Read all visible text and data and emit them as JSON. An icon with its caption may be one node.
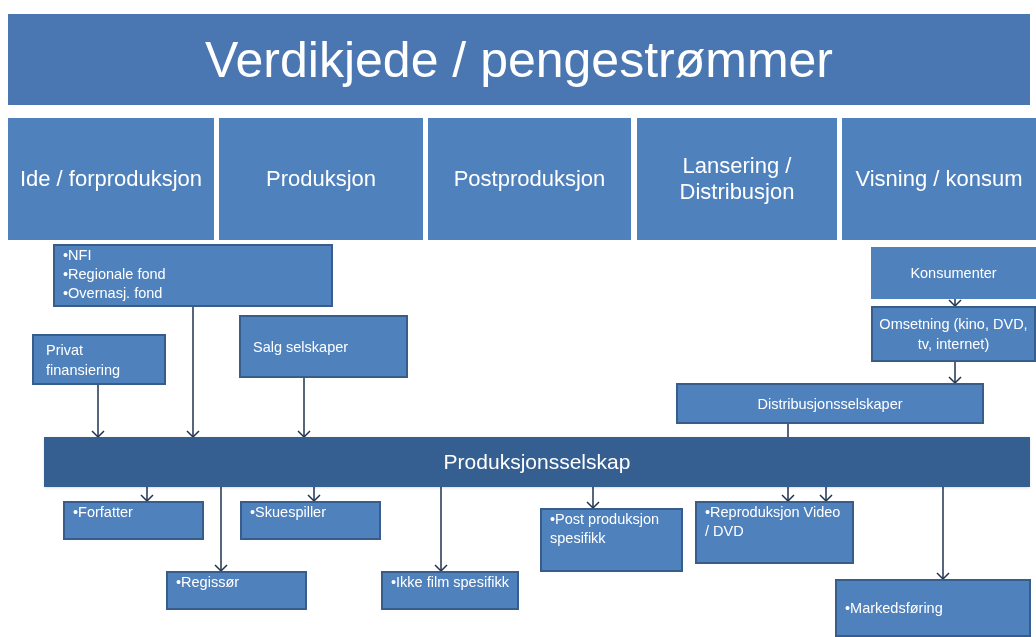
{
  "diagram": {
    "title": "Verdikjede / pengestrømmer",
    "nodes": [
      {
        "text": [
          "Ide / forproduksjon"
        ]
      },
      {
        "text": [
          "Produksjon"
        ]
      },
      {
        "text": [
          "Postproduksjon"
        ]
      },
      {
        "text": [
          "Lansering / Distribusjon"
        ]
      },
      {
        "text": [
          "Visning / konsum"
        ]
      },
      {
        "text": [
          "•NFI",
          "•Regionale fond",
          "•Overnasj. fond"
        ]
      },
      {
        "text": [
          "Konsumenter"
        ]
      },
      {
        "text": [
          "Privat finansiering"
        ]
      },
      {
        "text": [
          "Salg selskaper"
        ]
      },
      {
        "text": [
          "Omsetning (kino, DVD, tv, internet)"
        ]
      },
      {
        "text": [
          "Distribusjonsselskaper"
        ]
      },
      {
        "text": [
          "Produksjonsselskap"
        ]
      },
      {
        "text": [
          "•Forfatter"
        ]
      },
      {
        "text": [
          "•Skuespiller"
        ]
      },
      {
        "text": [
          "•Post produksjon spesifikk"
        ]
      },
      {
        "text": [
          "•Reproduksjon Video / DVD"
        ]
      },
      {
        "text": [
          "•Regissør"
        ]
      },
      {
        "text": [
          "•Ikke film spesifikk"
        ]
      },
      {
        "text": [
          "•Markedsføring"
        ]
      }
    ],
    "edges": [
      {
        "from": 7,
        "to": 11,
        "arrow": "to"
      },
      {
        "from": 5,
        "to": 11,
        "arrow": "to"
      },
      {
        "from": 8,
        "to": 11,
        "arrow": "to"
      },
      {
        "from": 6,
        "to": 9,
        "arrow": "to"
      },
      {
        "from": 9,
        "to": 10,
        "arrow": "to"
      },
      {
        "from": 10,
        "to": 11,
        "arrow": "none"
      },
      {
        "from": 11,
        "to": 12,
        "arrow": "to"
      },
      {
        "from": 11,
        "to": 16,
        "arrow": "to"
      },
      {
        "from": 11,
        "to": 13,
        "arrow": "to"
      },
      {
        "from": 11,
        "to": 17,
        "arrow": "to"
      },
      {
        "from": 11,
        "to": 14,
        "arrow": "to"
      },
      {
        "from": 11,
        "to": 15,
        "arrow": "to"
      },
      {
        "from": 11,
        "to": 15,
        "arrow": "to"
      },
      {
        "from": 11,
        "to": 18,
        "arrow": "to"
      }
    ]
  }
}
